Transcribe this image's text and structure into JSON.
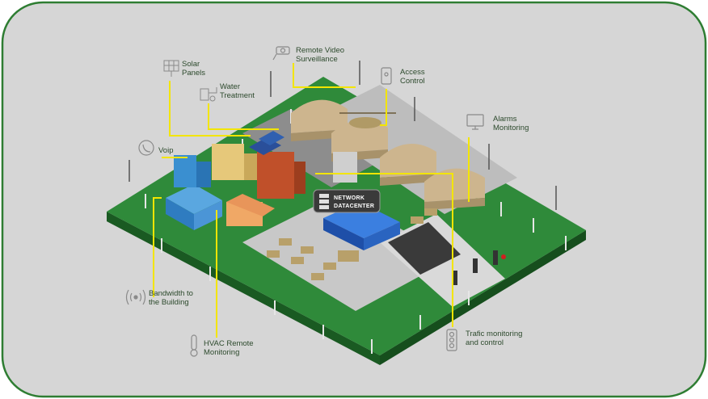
{
  "colors": {
    "frame": "#2e7d32",
    "panel": "#d6d6d6",
    "grass": "#2f8a3a",
    "grass_dark": "#1f6a2a",
    "road": "#9e9e9e",
    "callout": "#f3e500",
    "tent": "#cdb58e",
    "building_blue": "#3a8fd0",
    "building_red": "#c0502a",
    "datacenter": "#2a64c0"
  },
  "labels": {
    "solar": [
      "Solar",
      "Panels"
    ],
    "water": [
      "Water",
      "Treatment"
    ],
    "video": [
      "Remote Video",
      "Surveillance"
    ],
    "access": [
      "Access",
      "Control"
    ],
    "alarms": [
      "Alarms",
      "Monitoring"
    ],
    "voip": [
      "Voip"
    ],
    "bandwidth": [
      "Bandwidth to",
      "the Building"
    ],
    "hvac": [
      "HVAC Remote",
      "Monitoring"
    ],
    "traffic": [
      "Trafic monitoring",
      "and control"
    ],
    "datacenter": [
      "NETWORK",
      "DATACENTER"
    ]
  },
  "icons": {
    "solar": "solar-panel-icon",
    "water": "water-treatment-icon",
    "video": "camera-icon",
    "access": "access-control-icon",
    "alarms": "alarm-monitor-icon",
    "voip": "phone-icon",
    "bandwidth": "wireless-icon",
    "hvac": "thermometer-icon",
    "traffic": "traffic-light-icon",
    "datacenter": "server-icon"
  }
}
